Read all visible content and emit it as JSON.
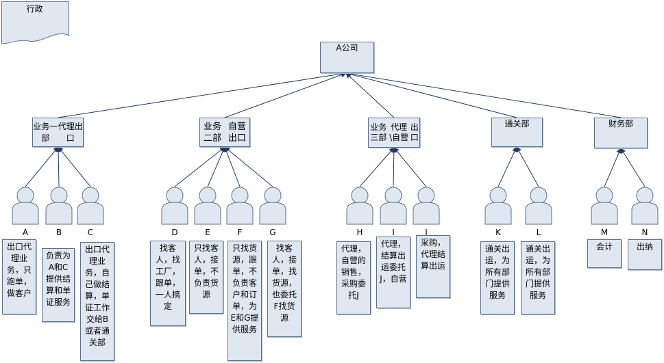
{
  "document_shape": {
    "label": "行政"
  },
  "root": {
    "label": "A公司"
  },
  "departments": [
    {
      "id": "d1",
      "lines": [
        "业务一部",
        "代理出口"
      ]
    },
    {
      "id": "d2",
      "lines": [
        "业务二部",
        "自营出口"
      ]
    },
    {
      "id": "d3",
      "lines": [
        "业务三部",
        "代理\\自营",
        "出口"
      ]
    },
    {
      "id": "d4",
      "lines": [
        "通关部"
      ]
    },
    {
      "id": "d5",
      "lines": [
        "财务部"
      ]
    }
  ],
  "staff": [
    {
      "letter": "A",
      "dept": 0,
      "desc": "出口代理业务，只跑单，做客户"
    },
    {
      "letter": "B",
      "dept": 0,
      "desc": "负责为A和C提供结算和单证服务"
    },
    {
      "letter": "C",
      "dept": 0,
      "desc": "出口代理业务，自己做结算，单证工作交给B或者通关部"
    },
    {
      "letter": "D",
      "dept": 1,
      "desc": "找客人，找工厂，跟单，一人搞定"
    },
    {
      "letter": "E",
      "dept": 1,
      "desc": "只找客人，接单，不负责货源"
    },
    {
      "letter": "F",
      "dept": 1,
      "desc": "只找货源，跟单，不负责客户和订单，为E和G提供服务"
    },
    {
      "letter": "G",
      "dept": 1,
      "desc": "找客人，接单，找货源，也委托F找货源"
    },
    {
      "letter": "H",
      "dept": 2,
      "desc": "代理，自营的销售，采购委托J"
    },
    {
      "letter": "I",
      "dept": 2,
      "desc": "代理，结算出运委托J，自营"
    },
    {
      "letter": "J",
      "dept": 2,
      "desc": "采购，代理结算出运"
    },
    {
      "letter": "K",
      "dept": 3,
      "desc": "通关出运，为所有部门提供服务"
    },
    {
      "letter": "L",
      "dept": 3,
      "desc": "通关出运，为所有部门提供服务"
    },
    {
      "letter": "M",
      "dept": 4,
      "desc": "会计"
    },
    {
      "letter": "N",
      "dept": 4,
      "desc": "出纳"
    }
  ]
}
